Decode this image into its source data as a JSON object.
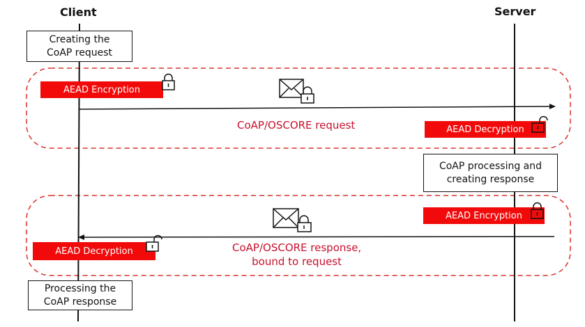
{
  "actors": {
    "client": "Client",
    "server": "Server"
  },
  "client_steps": {
    "create_request": "Creating the\nCoAP request",
    "process_response": "Processing the\nCoAP response"
  },
  "server_step": {
    "process": "CoAP processing and\ncreating response"
  },
  "request_phase": {
    "encrypt_label": "AEAD Encryption",
    "message_label": "CoAP/OSCORE request",
    "decrypt_label": "AEAD Decryption"
  },
  "response_phase": {
    "encrypt_label": "AEAD Encryption",
    "message_label": "CoAP/OSCORE response,\nbound to request",
    "decrypt_label": "AEAD Decryption"
  },
  "colors": {
    "accent_red": "#f20a0a",
    "dash_red": "#d9302b",
    "message_red": "#c8102e",
    "line": "#111111"
  },
  "icons": [
    "envelope-icon",
    "lock-closed-icon",
    "lock-open-icon"
  ]
}
